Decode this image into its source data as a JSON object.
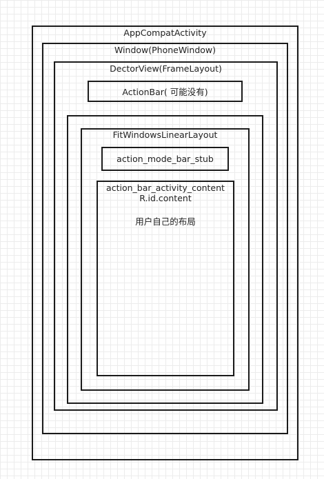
{
  "diagram": {
    "app_compat_activity": "AppCompatActivity",
    "window": "Window(PhoneWindow)",
    "decor_view": "DectorView(FrameLayout)",
    "action_bar": "ActionBar( 可能没有)",
    "fit_windows_linear_layout": "FitWindowsLinearLayout",
    "action_mode_bar_stub": "action_mode_bar_stub",
    "action_bar_activity_content": "action_bar_activity_content",
    "r_id_content": "R.id.content",
    "user_layout": "用户自己的布局"
  }
}
